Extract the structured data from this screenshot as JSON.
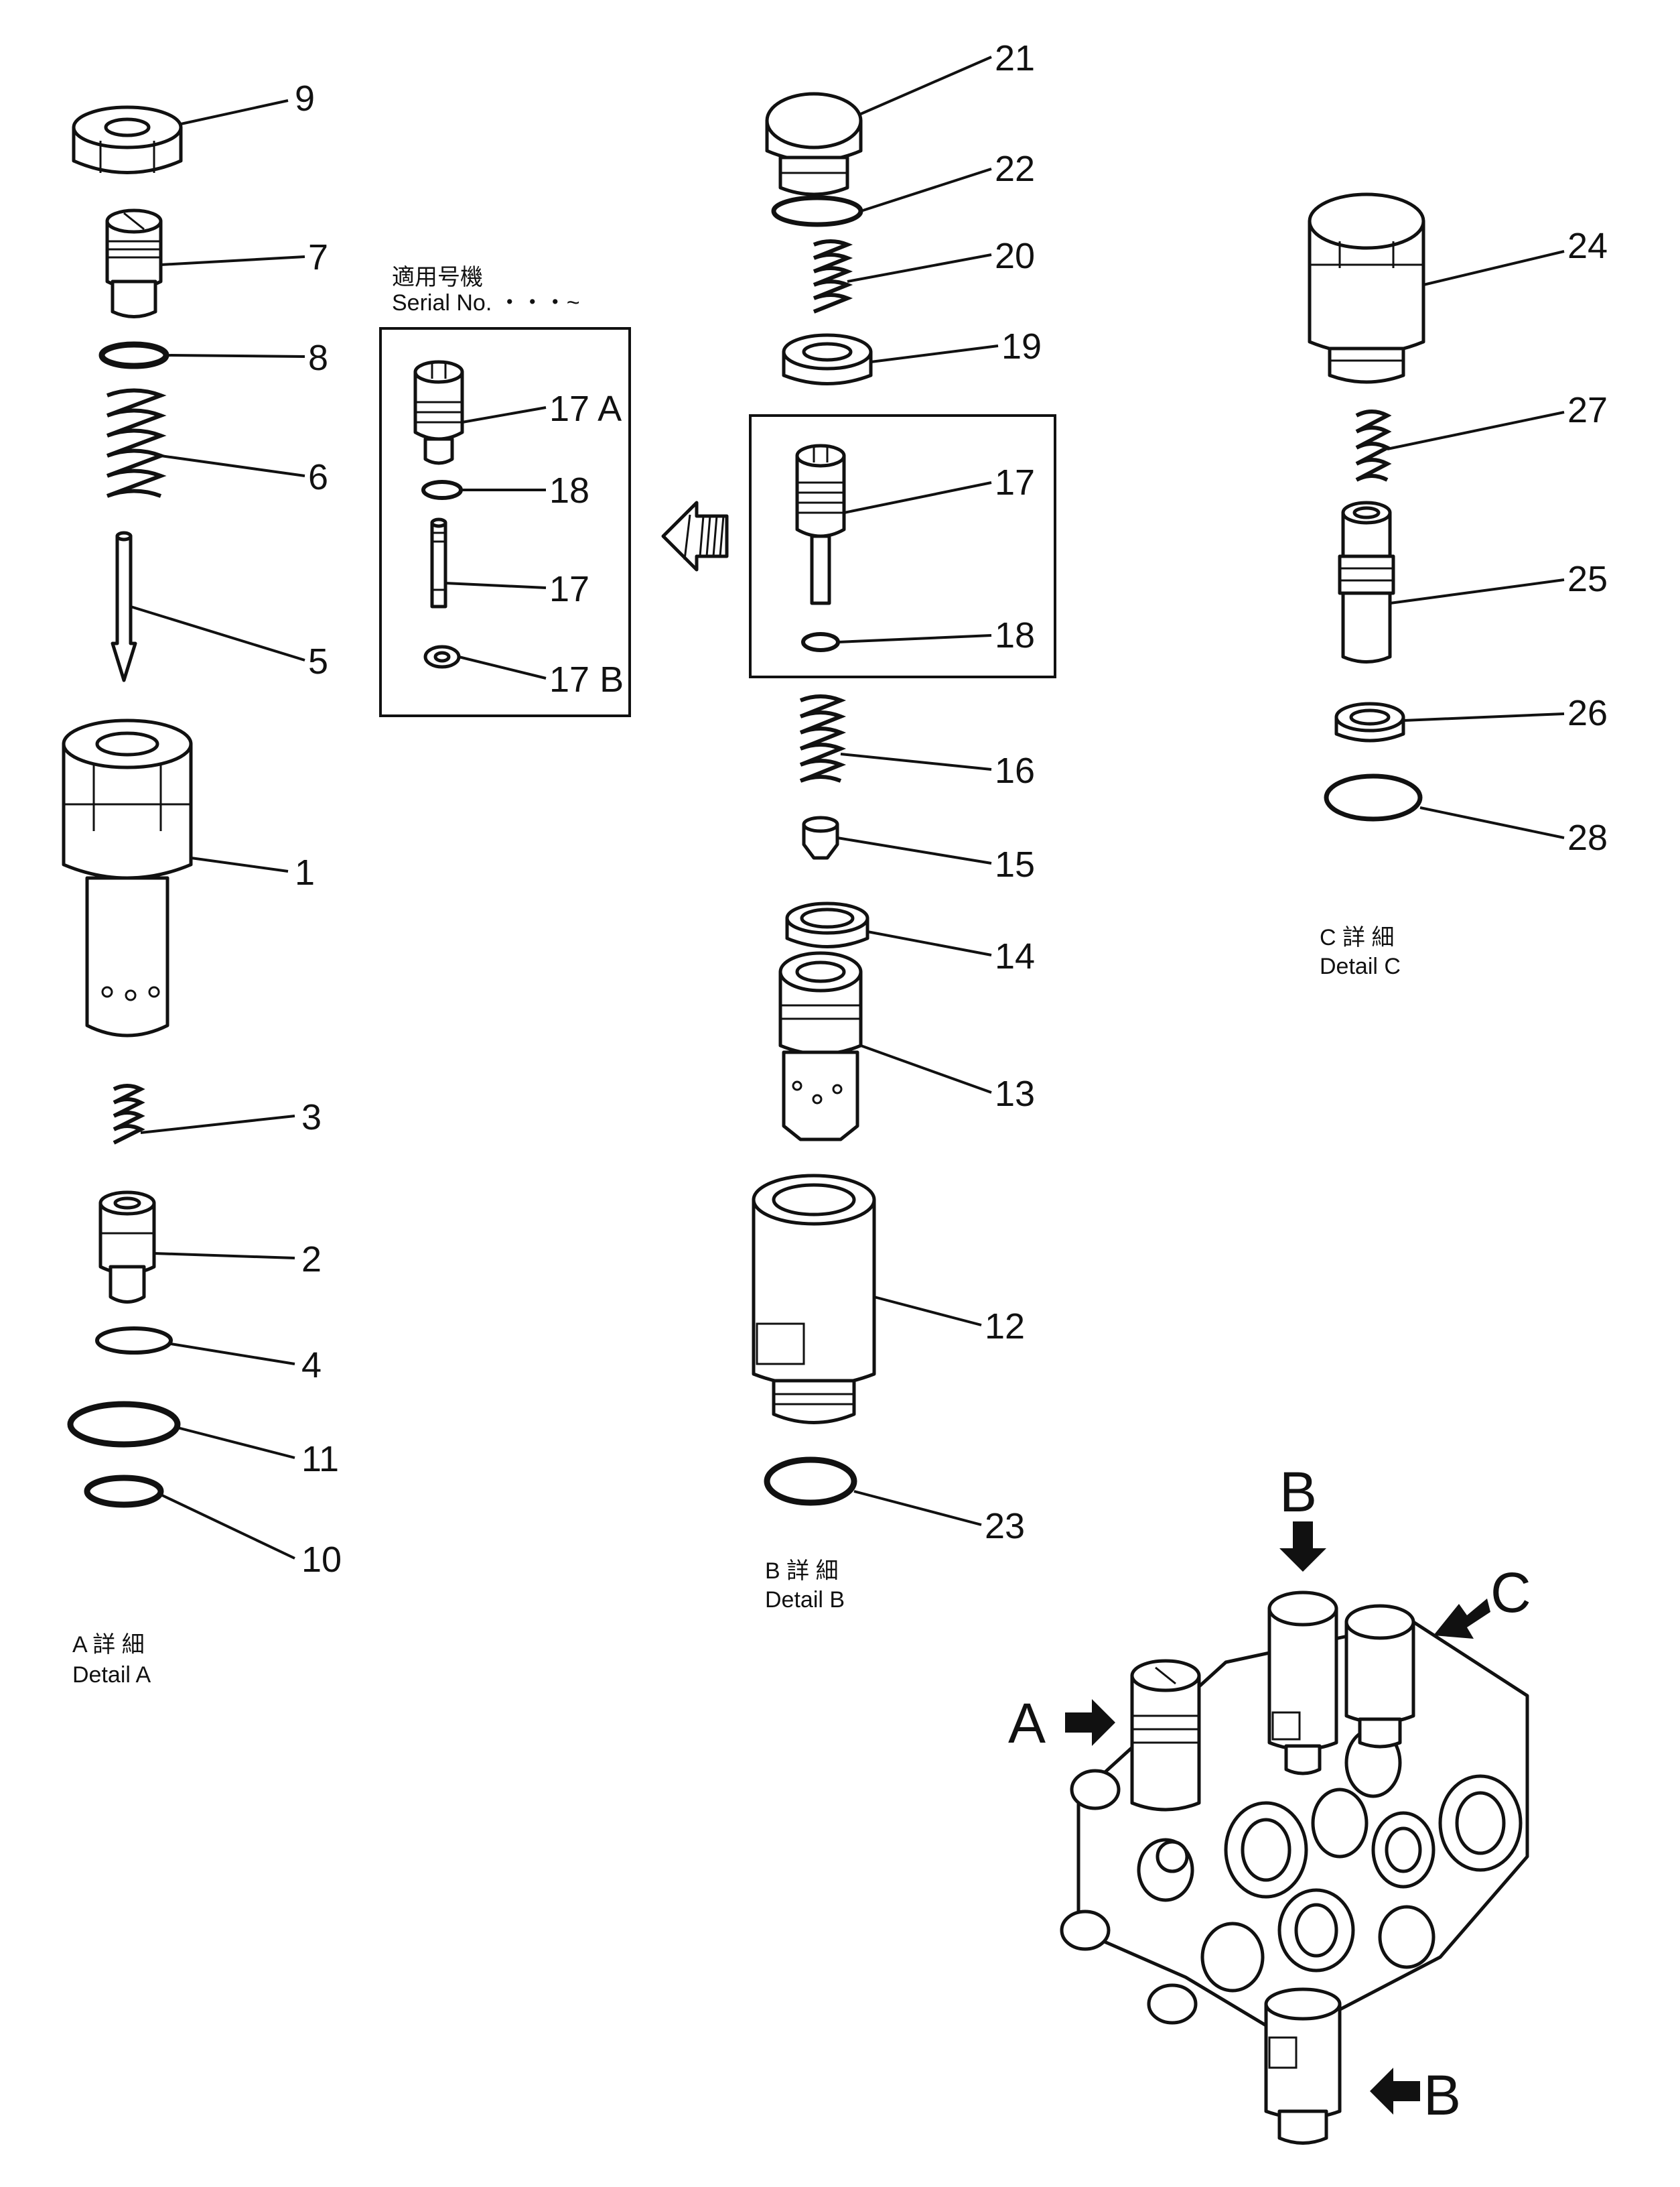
{
  "parts": [
    {
      "id": "p1",
      "label": "1"
    },
    {
      "id": "p2",
      "label": "2"
    },
    {
      "id": "p3",
      "label": "3"
    },
    {
      "id": "p4",
      "label": "4"
    },
    {
      "id": "p5",
      "label": "5"
    },
    {
      "id": "p6",
      "label": "6"
    },
    {
      "id": "p7",
      "label": "7"
    },
    {
      "id": "p8",
      "label": "8"
    },
    {
      "id": "p9",
      "label": "9"
    },
    {
      "id": "p10",
      "label": "10"
    },
    {
      "id": "p11",
      "label": "11"
    },
    {
      "id": "p12",
      "label": "12"
    },
    {
      "id": "p13",
      "label": "13"
    },
    {
      "id": "p14",
      "label": "14"
    },
    {
      "id": "p15",
      "label": "15"
    },
    {
      "id": "p16",
      "label": "16"
    },
    {
      "id": "p17",
      "label": "17"
    },
    {
      "id": "p18",
      "label": "18"
    },
    {
      "id": "p19",
      "label": "19"
    },
    {
      "id": "p20",
      "label": "20"
    },
    {
      "id": "p21",
      "label": "21"
    },
    {
      "id": "p22",
      "label": "22"
    },
    {
      "id": "p23",
      "label": "23"
    },
    {
      "id": "p24",
      "label": "24"
    },
    {
      "id": "p25",
      "label": "25"
    },
    {
      "id": "p26",
      "label": "26"
    },
    {
      "id": "p27",
      "label": "27"
    },
    {
      "id": "p28",
      "label": "28"
    },
    {
      "id": "p17a",
      "label": "17 A"
    },
    {
      "id": "p18b",
      "label": "18"
    },
    {
      "id": "p17b",
      "label": "17"
    },
    {
      "id": "p17bb",
      "label": "17 B"
    }
  ],
  "serial_box": {
    "title_jp": "適用号機",
    "title_en": "Serial  No.  ・・・~"
  },
  "captions": {
    "detail_a_jp": "A 詳 細",
    "detail_a_en": "Detail  A",
    "detail_b_jp": "B 詳 細",
    "detail_b_en": "Detail  B",
    "detail_c_jp": "C 詳 細",
    "detail_c_en": "Detail  C"
  },
  "assembly_labels": {
    "a": "A",
    "b_top": "B",
    "c": "C",
    "b_bottom": "B"
  }
}
